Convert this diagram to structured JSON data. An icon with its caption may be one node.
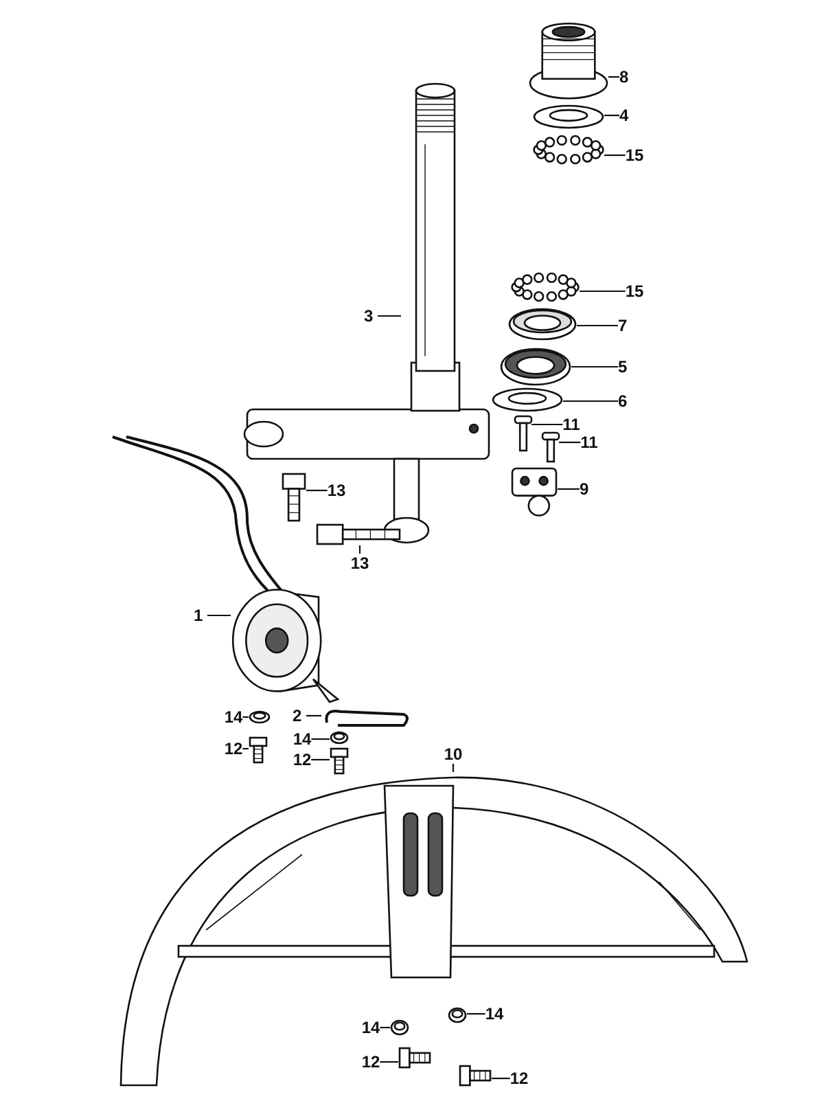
{
  "diagram": {
    "nodes": [
      {
        "text": [
          "8"
        ]
      },
      {
        "text": [],
        "shape": "picture"
      },
      {
        "text": [
          "4"
        ]
      },
      {
        "text": [],
        "shape": "picture"
      },
      {
        "text": [
          "15"
        ]
      },
      {
        "text": [],
        "shape": "picture"
      },
      {
        "text": [
          "3"
        ]
      },
      {
        "text": [],
        "shape": "picture"
      },
      {
        "text": [
          "15"
        ]
      },
      {
        "text": [],
        "shape": "picture"
      },
      {
        "text": [
          "7"
        ]
      },
      {
        "text": [],
        "shape": "picture"
      },
      {
        "text": [
          "5"
        ]
      },
      {
        "text": [],
        "shape": "picture"
      },
      {
        "text": [
          "6"
        ]
      },
      {
        "text": [],
        "shape": "picture"
      },
      {
        "text": [
          "11"
        ]
      },
      {
        "text": [],
        "shape": "picture"
      },
      {
        "text": [
          "11"
        ]
      },
      {
        "text": [],
        "shape": "picture"
      },
      {
        "text": [
          "9"
        ]
      },
      {
        "text": [],
        "shape": "picture"
      },
      {
        "text": [
          "13"
        ]
      },
      {
        "text": [],
        "shape": "picture"
      },
      {
        "text": [
          "13"
        ]
      },
      {
        "text": [],
        "shape": "picture"
      },
      {
        "text": [
          "1"
        ]
      },
      {
        "text": [],
        "shape": "picture"
      },
      {
        "text": [
          "14"
        ]
      },
      {
        "text": [],
        "shape": "picture"
      },
      {
        "text": [
          "2"
        ]
      },
      {
        "text": [],
        "shape": "picture"
      },
      {
        "text": [
          "14"
        ]
      },
      {
        "text": [],
        "shape": "picture"
      },
      {
        "text": [
          "12"
        ]
      },
      {
        "text": [],
        "shape": "picture"
      },
      {
        "text": [
          "12"
        ]
      },
      {
        "text": [],
        "shape": "picture"
      },
      {
        "text": [
          "10"
        ]
      },
      {
        "text": [],
        "shape": "picture"
      },
      {
        "text": [
          "14"
        ]
      },
      {
        "text": [],
        "shape": "picture"
      },
      {
        "text": [
          "14"
        ]
      },
      {
        "text": [],
        "shape": "picture"
      },
      {
        "text": [
          "12"
        ]
      },
      {
        "text": [],
        "shape": "picture"
      },
      {
        "text": [
          "12"
        ]
      },
      {
        "text": [],
        "shape": "picture"
      }
    ],
    "edges": [
      {
        "from": 0,
        "to": 1,
        "arrow": "none"
      },
      {
        "from": 2,
        "to": 3,
        "arrow": "none"
      },
      {
        "from": 4,
        "to": 5,
        "arrow": "none"
      },
      {
        "from": 6,
        "to": 7,
        "arrow": "none"
      },
      {
        "from": 8,
        "to": 9,
        "arrow": "none"
      },
      {
        "from": 10,
        "to": 11,
        "arrow": "none"
      },
      {
        "from": 12,
        "to": 13,
        "arrow": "none"
      },
      {
        "from": 14,
        "to": 15,
        "arrow": "none"
      },
      {
        "from": 16,
        "to": 17,
        "arrow": "none"
      },
      {
        "from": 18,
        "to": 19,
        "arrow": "none"
      },
      {
        "from": 20,
        "to": 21,
        "arrow": "none"
      },
      {
        "from": 22,
        "to": 23,
        "arrow": "none"
      },
      {
        "from": 24,
        "to": 25,
        "arrow": "none"
      },
      {
        "from": 26,
        "to": 27,
        "arrow": "none"
      },
      {
        "from": 28,
        "to": 29,
        "arrow": "none"
      },
      {
        "from": 30,
        "to": 31,
        "arrow": "none"
      },
      {
        "from": 32,
        "to": 33,
        "arrow": "none"
      },
      {
        "from": 34,
        "to": 35,
        "arrow": "none"
      },
      {
        "from": 36,
        "to": 37,
        "arrow": "none"
      },
      {
        "from": 38,
        "to": 39,
        "arrow": "none"
      },
      {
        "from": 40,
        "to": 41,
        "arrow": "none"
      },
      {
        "from": 42,
        "to": 43,
        "arrow": "none"
      },
      {
        "from": 44,
        "to": 45,
        "arrow": "none"
      },
      {
        "from": 46,
        "to": 47,
        "arrow": "none"
      }
    ]
  }
}
